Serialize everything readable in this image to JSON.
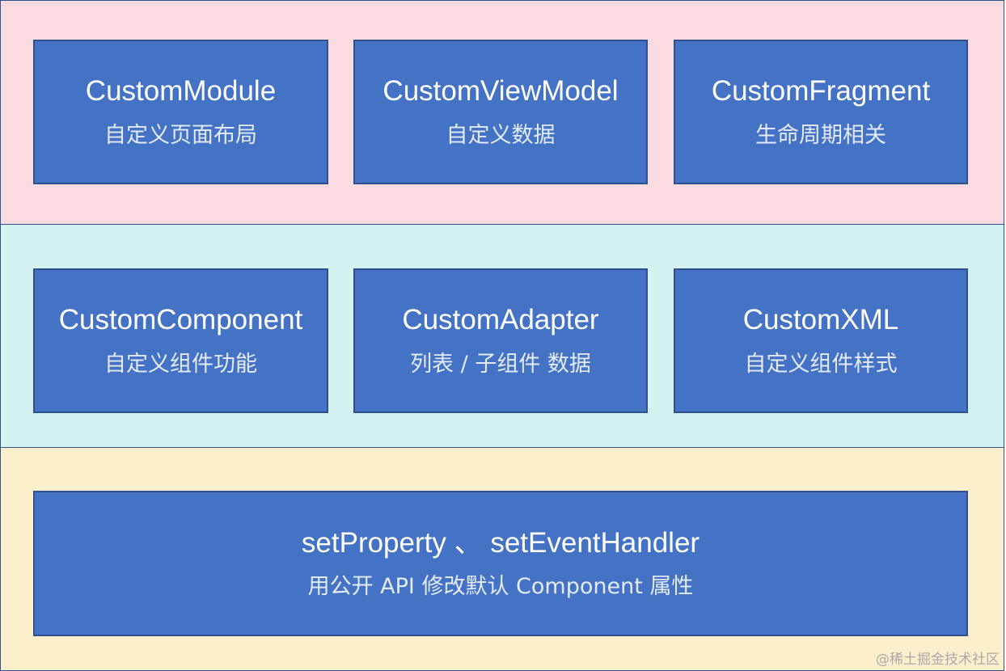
{
  "layers": {
    "top": {
      "boxes": [
        {
          "title": "CustomModule",
          "subtitle": "自定义页面布局"
        },
        {
          "title": "CustomViewModel",
          "subtitle": "自定义数据"
        },
        {
          "title": "CustomFragment",
          "subtitle": "生命周期相关"
        }
      ]
    },
    "middle": {
      "boxes": [
        {
          "title": "CustomComponent",
          "subtitle": "自定义组件功能"
        },
        {
          "title": "CustomAdapter",
          "subtitle": "列表 / 子组件 数据"
        },
        {
          "title": "CustomXML",
          "subtitle": "自定义组件样式"
        }
      ]
    },
    "bottom": {
      "box": {
        "title": "setProperty 、 setEventHandler",
        "subtitle": "用公开 API 修改默认 Component 属性"
      }
    }
  },
  "watermark": "@稀土掘金技术社区",
  "colors": {
    "top_layer_bg": "#fadbe0",
    "middle_layer_bg": "#d4f2f0",
    "bottom_layer_bg": "#fdefcc",
    "box_fill": "#4472c4",
    "box_border": "#2f4f8f",
    "text": "#ffffff"
  }
}
